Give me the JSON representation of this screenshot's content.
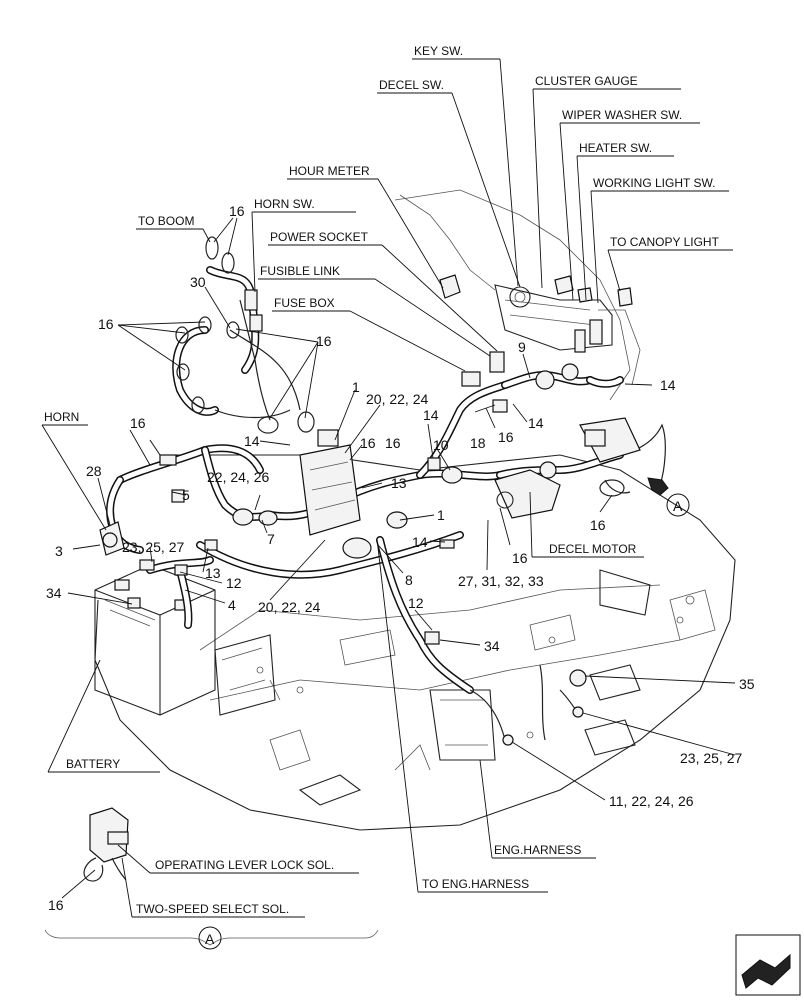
{
  "callouts": {
    "key_sw": "KEY SW.",
    "decel_sw": "DECEL SW.",
    "cluster_gauge": "CLUSTER GAUGE",
    "wiper_washer_sw": "WIPER WASHER SW.",
    "heater_sw": "HEATER SW.",
    "hour_meter": "HOUR METER",
    "working_light_sw": "WORKING LIGHT SW.",
    "to_boom": "TO BOOM",
    "horn_sw": "HORN SW.",
    "power_socket": "POWER SOCKET",
    "to_canopy_light": "TO CANOPY LIGHT",
    "fusible_link": "FUSIBLE LINK",
    "fuse_box": "FUSE BOX",
    "horn": "HORN",
    "decel_motor": "DECEL MOTOR",
    "battery": "BATTERY",
    "eng_harness": "ENG.HARNESS",
    "to_eng_harness": "TO ENG.HARNESS",
    "operating_lever_lock_sol": "OPERATING LEVER LOCK SOL.",
    "two_speed_select_sol": "TWO-SPEED SELECT SOL."
  },
  "item_numbers": {
    "n16_boom": "16",
    "n30": "30",
    "n16_left": "16",
    "n16_right": "16",
    "n1_top": "1",
    "n20_22_24_top": "20, 22, 24",
    "n9": "9",
    "n14_right": "14",
    "n14_mid": "14",
    "n16_mid": "16",
    "n14_center": "14",
    "n18": "18",
    "n16_center": "16",
    "n10": "10",
    "n14_fuse": "14",
    "n16_fuse": "16",
    "n16_horn": "16",
    "n28": "28",
    "n5": "5",
    "n22_24_26": "22, 24, 26",
    "n13_top": "13",
    "n7": "7",
    "n1_right": "1",
    "n3": "3",
    "n23_25_27_left": "23, 25, 27",
    "n14_low": "14",
    "n8": "8",
    "n13_low": "13",
    "n12_left": "12",
    "n4": "4",
    "n34_left": "34",
    "n20_22_24_low": "20, 22, 24",
    "n16_decel": "16",
    "n27_31_32_33": "27, 31, 32, 33",
    "n16_canopy": "16",
    "n12_mid": "12",
    "n34_mid": "34",
    "n35": "35",
    "n23_25_27_right": "23, 25, 27",
    "n11_22_24_26": "11, 22, 24, 26",
    "n16_sol": "16"
  },
  "view_ref": {
    "arrow_tag": "A",
    "detail_tag": "A"
  },
  "icons": {
    "view_arrow": "view-direction-arrow-icon",
    "orientation": "orientation-arrow-icon"
  }
}
